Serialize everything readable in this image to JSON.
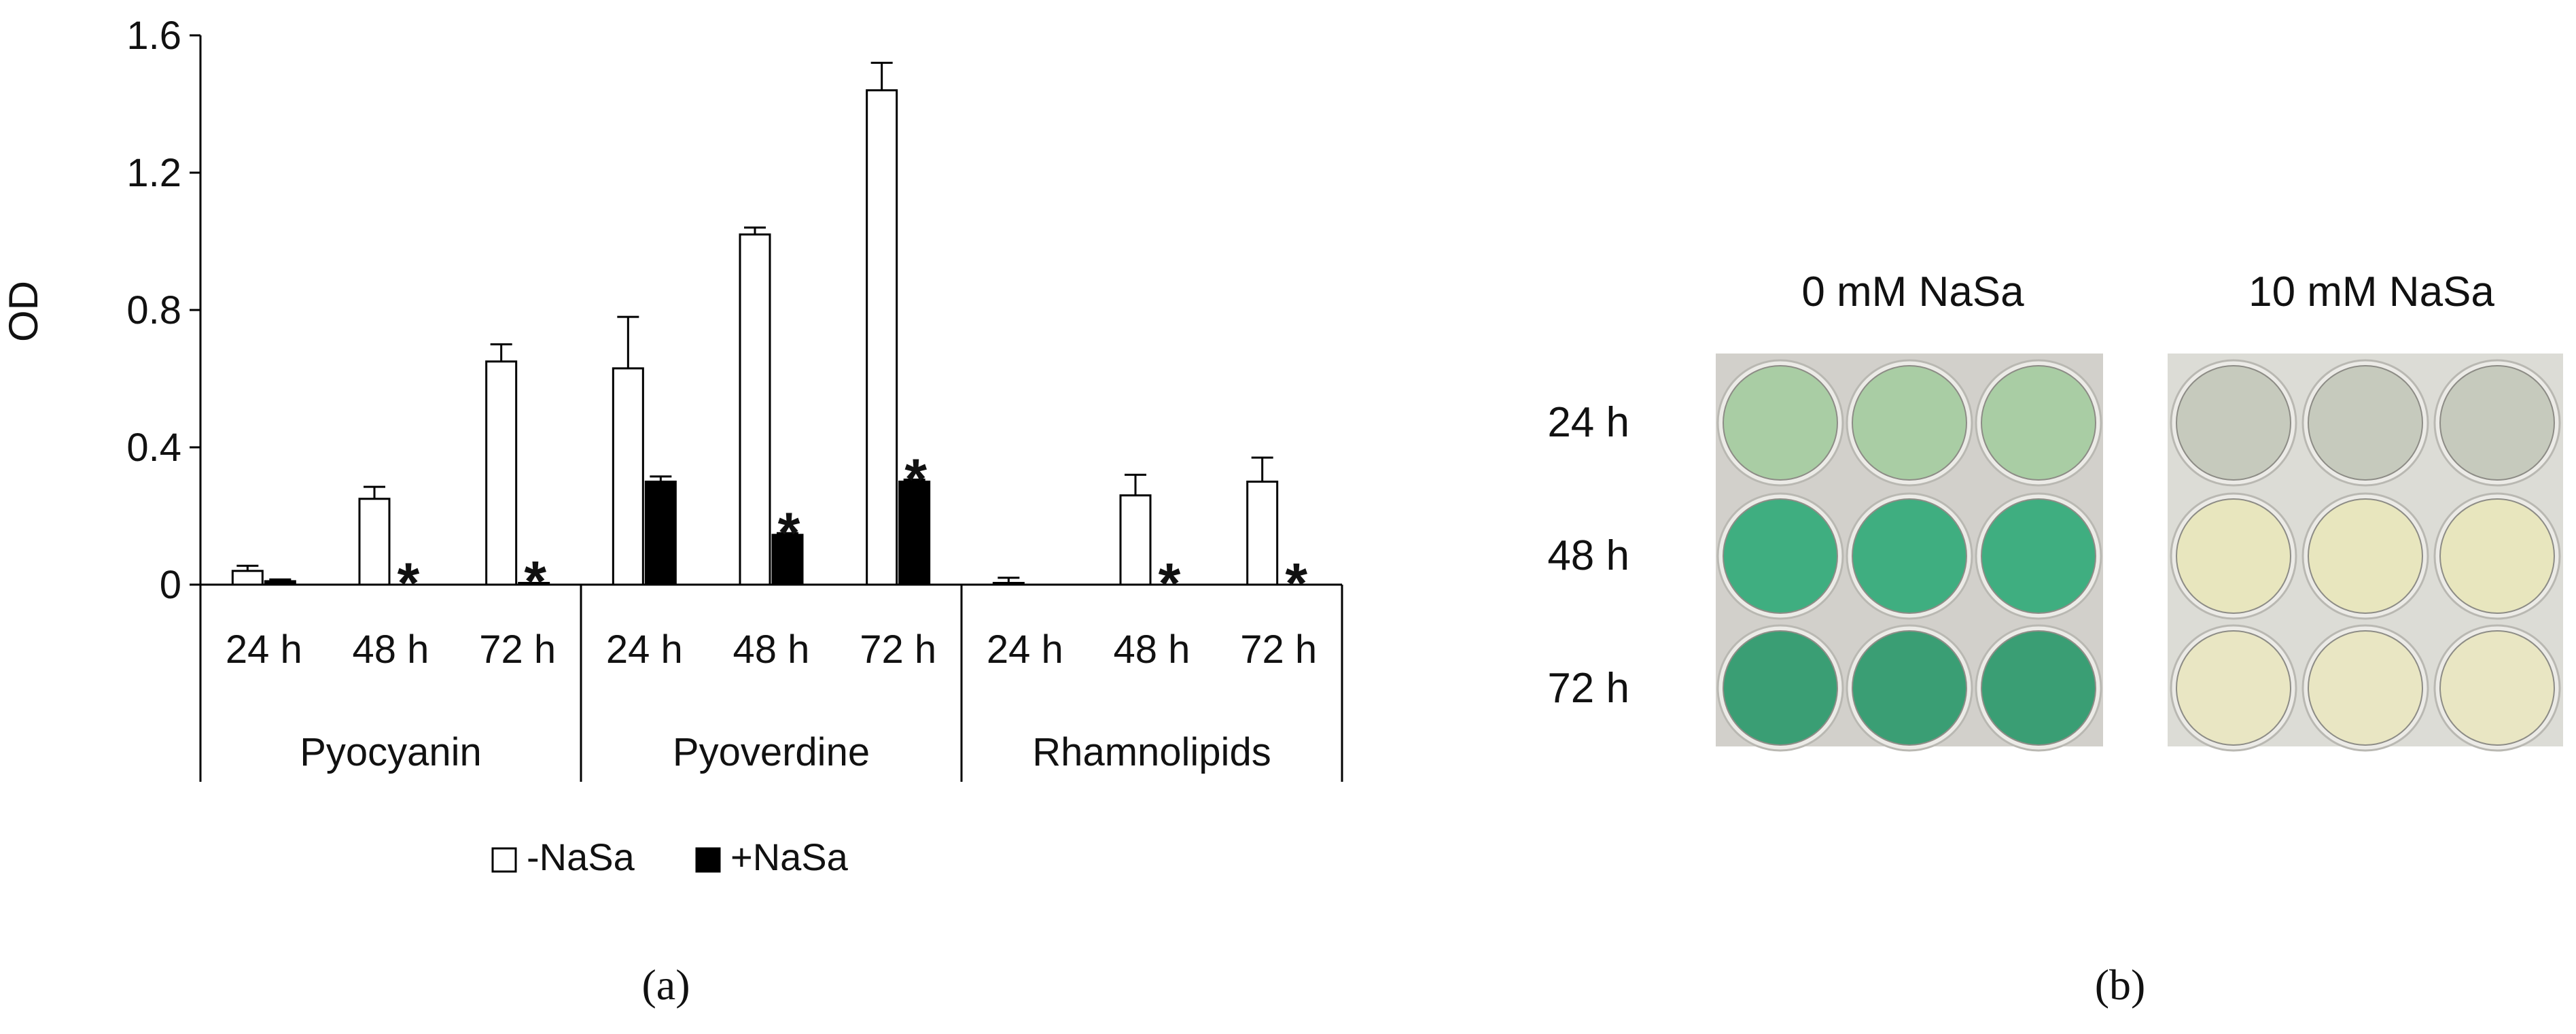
{
  "chart_data": {
    "type": "bar",
    "ylabel": "OD",
    "ylim": [
      0,
      1.6
    ],
    "yticks": [
      "0",
      "0.4",
      "0.8",
      "1.2",
      "1.6"
    ],
    "ytick_values": [
      0,
      0.4,
      0.8,
      1.2,
      1.6
    ],
    "groups": [
      "Pyocyanin",
      "Pyoverdine",
      "Rhamnolipids"
    ],
    "categories": [
      "24 h",
      "48 h",
      "72 h",
      "24 h",
      "48 h",
      "72 h",
      "24 h",
      "48 h",
      "72 h"
    ],
    "series": [
      {
        "name": "-NaSa",
        "fill": "#ffffff",
        "values": [
          0.04,
          0.25,
          0.65,
          0.63,
          1.02,
          1.44,
          0.005,
          0.26,
          0.3
        ],
        "errors": [
          0.015,
          0.035,
          0.05,
          0.15,
          0.02,
          0.08,
          0.015,
          0.06,
          0.07
        ]
      },
      {
        "name": "+NaSa",
        "fill": "#000000",
        "values": [
          0.01,
          0.0,
          0.005,
          0.3,
          0.145,
          0.3,
          0.0,
          0.0,
          0.0
        ],
        "errors": [
          0.005,
          0.003,
          0.003,
          0.015,
          0.005,
          0.006,
          0.002,
          0.002,
          0.002
        ]
      }
    ],
    "significance_marker": "*",
    "significant_indices": [
      1,
      2,
      4,
      5,
      7,
      8
    ],
    "legend_position": "bottom",
    "grid": false
  },
  "panel_a_label": "(a)",
  "panel_b_label": "(b)",
  "photo": {
    "conditions": [
      "0 mM NaSa",
      "10 mM NaSa"
    ],
    "rows": [
      "24 h",
      "48 h",
      "72 h"
    ],
    "well_colors": {
      "0 mM NaSa": [
        "#a9cda4",
        "#3fae80",
        "#3a9e74"
      ],
      "10 mM NaSa": [
        "#c6cabd",
        "#e8e6be",
        "#e9e6c3"
      ]
    }
  }
}
